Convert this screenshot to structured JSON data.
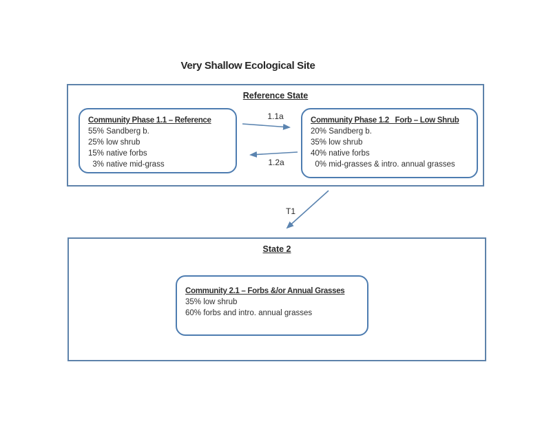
{
  "title": "Very Shallow Ecological Site",
  "colors": {
    "frame_border": "#5d82aa",
    "community_border": "#4d7cb0",
    "arrow": "#5b84b0",
    "text": "#2f2f2f"
  },
  "reference_state": {
    "label": "Reference State",
    "phase_1_1": {
      "title": "Community Phase 1.1 – Reference",
      "lines": [
        "55% Sandberg b.",
        "25% low shrub",
        "15% native forbs",
        "  3% native mid-grass"
      ]
    },
    "phase_1_2": {
      "title": "Community Phase 1.2   Forb – Low Shrub",
      "lines": [
        "20% Sandberg b.",
        "35% low shrub",
        "40% native forbs",
        "  0% mid-grasses & intro. annual grasses"
      ]
    },
    "pathway_forward_label": "1.1a",
    "pathway_back_label": "1.2a"
  },
  "transition": {
    "label": "T1"
  },
  "state_2": {
    "label": "State 2",
    "community_2_1": {
      "title": "Community 2.1 – Forbs &/or Annual Grasses",
      "lines": [
        "35% low shrub",
        "60% forbs and intro. annual grasses"
      ]
    }
  }
}
